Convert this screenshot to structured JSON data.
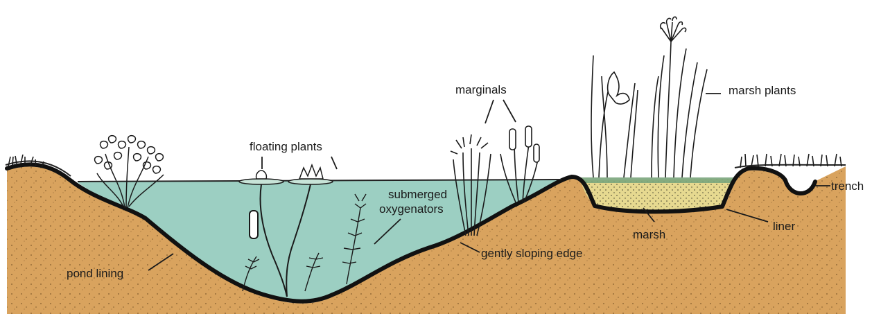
{
  "diagram": {
    "labels": {
      "marginals": "marginals",
      "marsh_plants": "marsh plants",
      "floating_plants": "floating plants",
      "submerged_line1": "submerged",
      "submerged_line2": "oxygenators",
      "trench": "trench",
      "liner": "liner",
      "marsh": "marsh",
      "gently_sloping_edge": "gently sloping edge",
      "pond_lining": "pond lining"
    },
    "colors": {
      "soil": "#d9a35e",
      "water": "#9ccfc2",
      "marsh_fill": "#e6d990",
      "liner": "#111111",
      "grass_strip": "#7aa57c",
      "background": "#ffffff"
    }
  }
}
